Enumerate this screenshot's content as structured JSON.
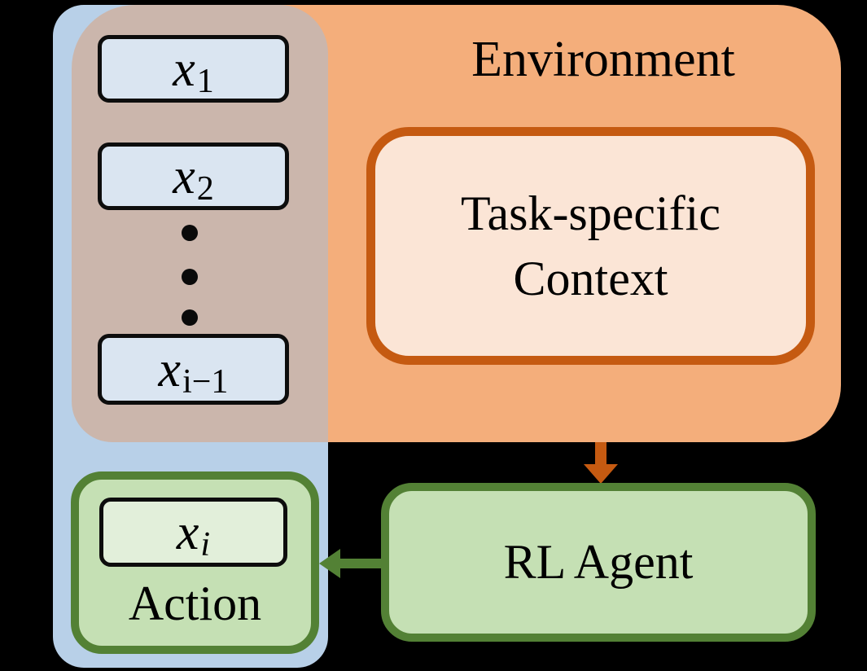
{
  "figure": {
    "background_color": "#000000",
    "environment": {
      "label": "Environment",
      "fill": "#f4ae7b"
    },
    "task_context": {
      "line1": "Task-specific",
      "line2": "Context",
      "fill": "#fbe5d6",
      "border_color": "#c55a11"
    },
    "history": {
      "column_fill": "#b8d0e8",
      "overlap_fill": "#cbb6ac",
      "item_fill": "#dae5f1",
      "items": [
        {
          "base": "x",
          "sub": "1"
        },
        {
          "base": "x",
          "sub": "2"
        },
        {
          "base": "x",
          "sub": "i−1"
        }
      ],
      "ellipsis_dot_count": 3
    },
    "action": {
      "label": "Action",
      "fill": "#c5e0b4",
      "border_color": "#538135",
      "item": {
        "base": "x",
        "sub": "i"
      },
      "item_fill": "#e2efda"
    },
    "rl_agent": {
      "label": "RL Agent",
      "fill": "#c5e0b4",
      "border_color": "#538135"
    },
    "arrows": [
      {
        "name": "environment-to-rl-agent",
        "color": "#c55a11",
        "direction": "down"
      },
      {
        "name": "rl-agent-to-action",
        "color": "#538135",
        "direction": "left"
      }
    ]
  }
}
